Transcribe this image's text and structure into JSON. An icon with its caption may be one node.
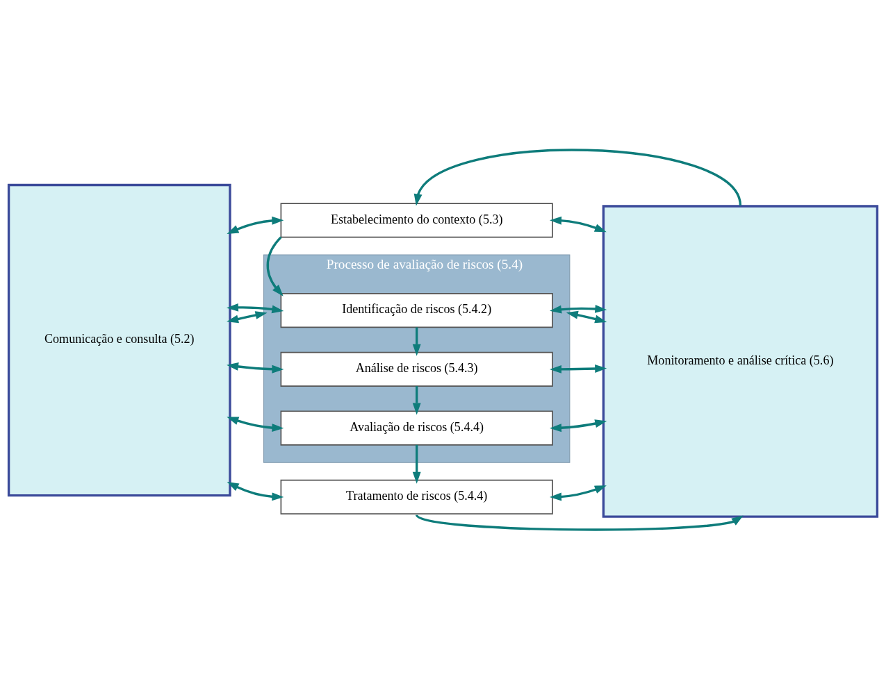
{
  "diagram": {
    "nodes": [
      {
        "text": [
          "Comunicação e consulta (5.2)"
        ]
      },
      {
        "text": [
          "Estabelecimento do contexto (5.3)"
        ]
      },
      {
        "text": [
          "Processo de avaliação de riscos (5.4)"
        ]
      },
      {
        "text": [
          "Identificação de riscos (5.4.2)"
        ],
        "in": 2
      },
      {
        "text": [
          "Análise de riscos (5.4.3)"
        ],
        "in": 2
      },
      {
        "text": [
          "Avaliação de riscos (5.4.4)"
        ],
        "in": 2
      },
      {
        "text": [
          "Tratamento de riscos (5.4.4)"
        ]
      },
      {
        "text": [
          "Monitoramento e análise crítica (5.6)"
        ]
      }
    ],
    "edges": [
      {
        "from": 1,
        "to": 3,
        "arrow": "to"
      },
      {
        "from": 3,
        "to": 4,
        "arrow": "to"
      },
      {
        "from": 4,
        "to": 5,
        "arrow": "to"
      },
      {
        "from": 5,
        "to": 6,
        "arrow": "to"
      },
      {
        "from": 6,
        "to": 7,
        "arrow": "to"
      },
      {
        "from": 7,
        "to": 1,
        "arrow": "to"
      },
      {
        "from": 0,
        "to": 1,
        "arrow": "both"
      },
      {
        "from": 0,
        "to": 2,
        "arrow": "both"
      },
      {
        "from": 0,
        "to": 3,
        "arrow": "both"
      },
      {
        "from": 0,
        "to": 4,
        "arrow": "both"
      },
      {
        "from": 0,
        "to": 5,
        "arrow": "both"
      },
      {
        "from": 0,
        "to": 6,
        "arrow": "both"
      },
      {
        "from": 1,
        "to": 7,
        "arrow": "both"
      },
      {
        "from": 2,
        "to": 7,
        "arrow": "both"
      },
      {
        "from": 3,
        "to": 7,
        "arrow": "both"
      },
      {
        "from": 4,
        "to": 7,
        "arrow": "both"
      },
      {
        "from": 5,
        "to": 7,
        "arrow": "both"
      },
      {
        "from": 6,
        "to": 7,
        "arrow": "both"
      }
    ]
  }
}
